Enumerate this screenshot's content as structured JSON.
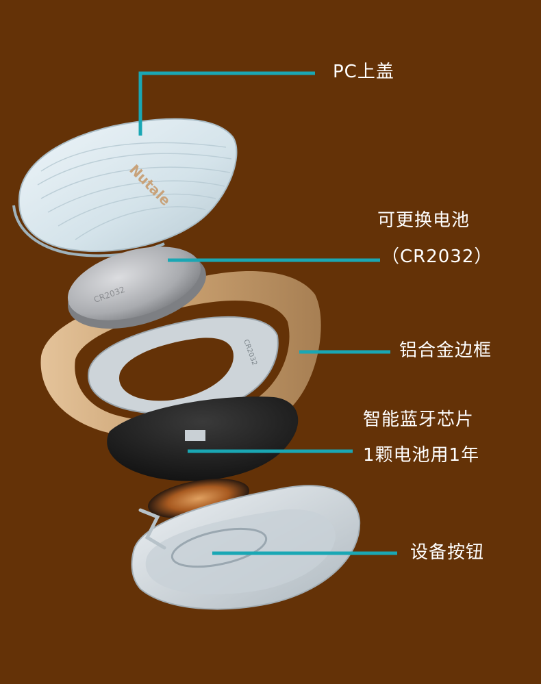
{
  "labels": {
    "pc_cover": "PC上盖",
    "battery_line1": "可更换电池",
    "battery_line2": "（CR2032）",
    "frame": "铝合金边框",
    "chip_line1": "智能蓝牙芯片",
    "chip_line2": "1颗电池用1年",
    "button": "设备按钮"
  },
  "engravings": {
    "brand": "Nutale",
    "coin_cell_model": "CR2032"
  },
  "colors": {
    "background": "#643207",
    "leader_line": "#1aa7b4",
    "cover": "#d8e6ed",
    "frame": "#c8a272",
    "battery": "#b7b9bd",
    "chip": "#262626",
    "base": "#d3dbe0"
  }
}
